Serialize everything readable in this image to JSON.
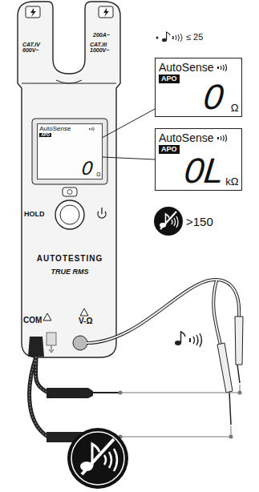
{
  "diagram": {
    "nodes": [
      {
        "text": [
          "AutoSense",
          "APO",
          "0",
          "Ω"
        ]
      },
      {
        "text": [
          "AutoSense",
          "APO",
          "0",
          "Ω"
        ]
      },
      {
        "text": [
          "AutoSense",
          "APO",
          "0L",
          "kΩ"
        ]
      }
    ],
    "edges": [
      {
        "from": 0,
        "to": 1,
        "arrow": "none"
      },
      {
        "from": 0,
        "to": 2,
        "arrow": "none"
      }
    ],
    "labels": [
      "CAT.IV 600V~",
      "200A~",
      "CAT.III 1000V~",
      "HOLD",
      "AUTOTESTING",
      "TRUE RMS",
      "COM",
      "V-Ω",
      "≤ 25",
      ">150"
    ]
  }
}
